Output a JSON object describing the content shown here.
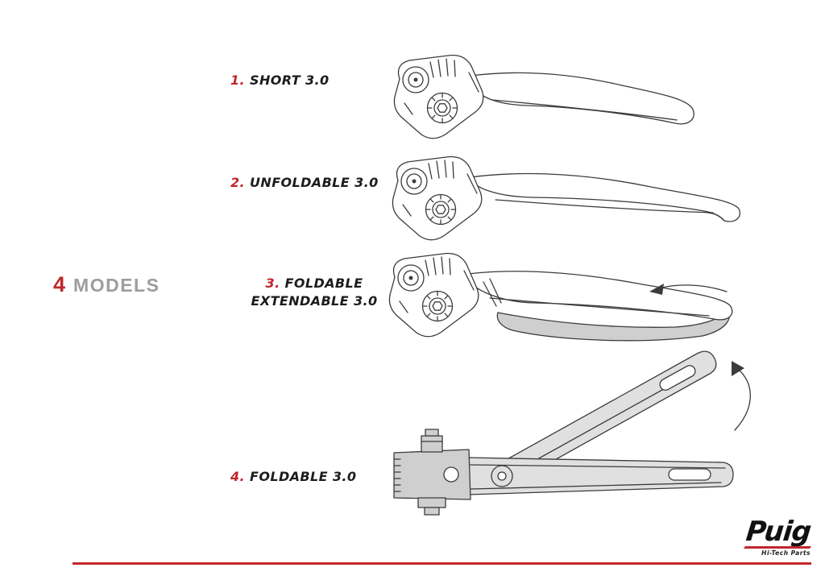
{
  "header": {
    "count": "4",
    "title": "MODELS"
  },
  "models": [
    {
      "number": "1.",
      "name": "SHORT 3.0"
    },
    {
      "number": "2.",
      "name": "UNFOLDABLE 3.0"
    },
    {
      "number": "3.",
      "name": "FOLDABLE EXTENDABLE 3.0"
    },
    {
      "number": "4.",
      "name": "FOLDABLE 3.0"
    }
  ],
  "logo": {
    "brand": "Puig",
    "tagline": "Hi-Tech Parts"
  },
  "icons": {
    "extend_arrow": "left-arrow",
    "fold_arrow": "curved-up-arrow"
  },
  "colors": {
    "accent": "#c1272d",
    "heading_gray": "#9d9d9c",
    "line_art": "#3b3b3b",
    "shade_gray": "#cfcfcf"
  }
}
